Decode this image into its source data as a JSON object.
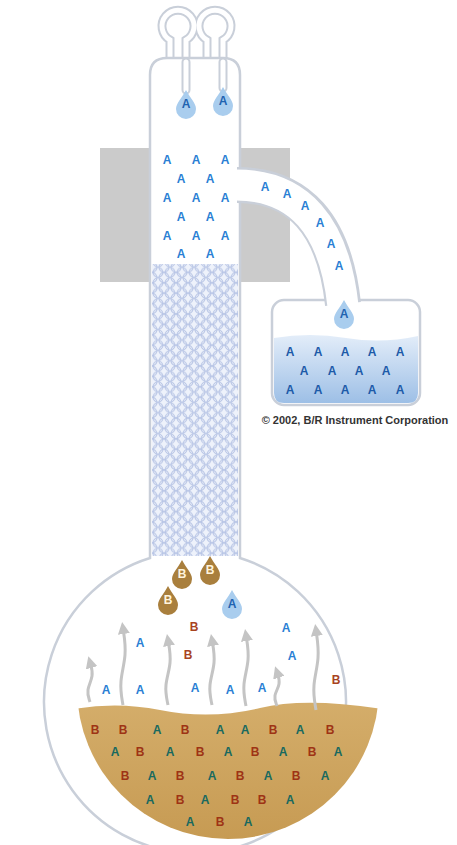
{
  "diagram": {
    "labels": [
      "A",
      "A",
      "A",
      "A",
      "A",
      "A",
      "A",
      "A",
      "A",
      "A",
      "A",
      "A",
      "A",
      "A",
      "A",
      "A",
      "A",
      "A",
      "A",
      "A",
      "A",
      "A",
      "A",
      "A",
      "A",
      "A",
      "A",
      "A",
      "A",
      "A",
      "A",
      "A",
      "A",
      "A",
      "A",
      "A",
      "A",
      "A",
      "© 2002, B/R Instrument Corporation",
      "B",
      "B",
      "B",
      "A",
      "A",
      "B",
      "A",
      "B",
      "A",
      "A",
      "A",
      "A",
      "A",
      "A",
      "B",
      "B",
      "B",
      "A",
      "B",
      "A",
      "A",
      "B",
      "A",
      "B",
      "A",
      "B",
      "A",
      "B",
      "A",
      "B",
      "A",
      "B",
      "A",
      "B",
      "A",
      "B",
      "A",
      "B",
      "A",
      "B",
      "A",
      "A",
      "B",
      "A",
      "B",
      "B",
      "A",
      "A",
      "B",
      "A"
    ]
  }
}
